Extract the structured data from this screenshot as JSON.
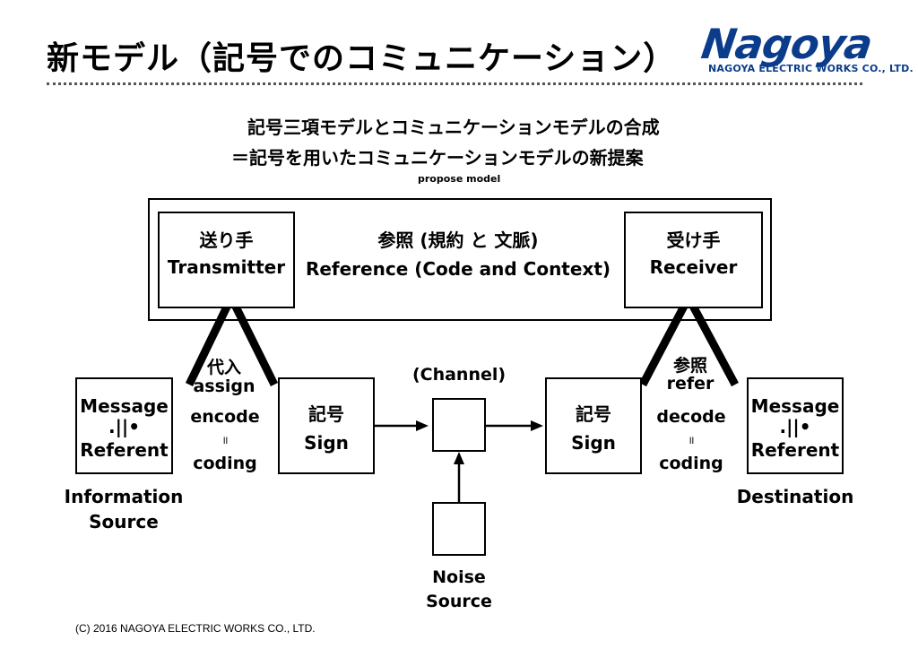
{
  "header": {
    "title": "新モデル（記号でのコミュニケーション）",
    "logo": {
      "wordmark": "Nagoya",
      "company": "NAGOYA ELECTRIC WORKS CO., LTD.",
      "color": "#0b3c8c"
    }
  },
  "intro": {
    "line1": "記号三項モデルとコミュニケーションモデルの合成",
    "line2": "＝記号を用いたコミュニケーションモデルの新提案",
    "caption": "propose model"
  },
  "top_panel": {
    "transmitter": {
      "jp": "送り手",
      "en": "Transmitter"
    },
    "reference": {
      "jp": "参照 (規約 と 文脈)",
      "en": "Reference (Code and Context)"
    },
    "receiver": {
      "jp": "受け手",
      "en": "Receiver"
    }
  },
  "left": {
    "message": "Message",
    "equiv": ".||•",
    "referent": "Referent",
    "source_line1": "Information",
    "source_line2": "Source"
  },
  "left_process": {
    "jp": "代入",
    "assign": "assign",
    "encode": "encode",
    "eq": "॥",
    "coding": "coding"
  },
  "sign_left": {
    "jp": "記号",
    "en": "Sign"
  },
  "channel": {
    "label": "(Channel)"
  },
  "sign_right": {
    "jp": "記号",
    "en": "Sign"
  },
  "right_process": {
    "jp": "参照",
    "refer": "refer",
    "decode": "decode",
    "eq": "॥",
    "coding": "coding"
  },
  "right": {
    "message": "Message",
    "equiv": ".||•",
    "referent": "Referent",
    "destination": "Destination"
  },
  "noise": {
    "line1": "Noise",
    "line2": "Source"
  },
  "footer": {
    "copyright": "(C) 2016 NAGOYA ELECTRIC WORKS CO., LTD."
  }
}
